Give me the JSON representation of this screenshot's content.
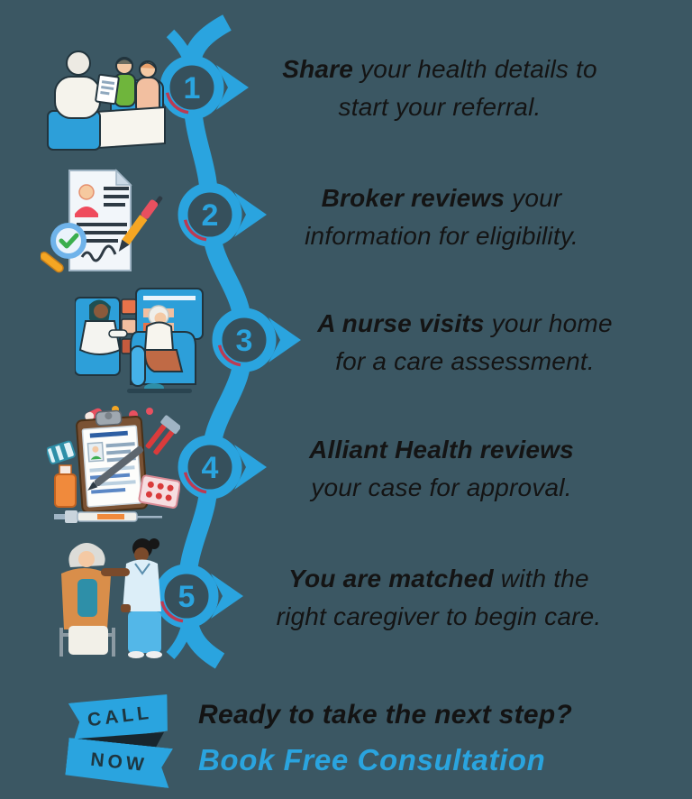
{
  "colors": {
    "background": "#3B5763",
    "accent_blue": "#2AA4DF",
    "accent_red": "#BD3A52",
    "text_dark": "#141414"
  },
  "steps": [
    {
      "number": "1",
      "bold": "Share",
      "line1_rest": " your health details to",
      "line2": "start your referral.",
      "illustration": "consultation-meeting-illustration"
    },
    {
      "number": "2",
      "bold": "Broker reviews",
      "line1_rest": " your",
      "line2": "information for eligibility.",
      "illustration": "document-review-illustration"
    },
    {
      "number": "3",
      "bold": "A nurse visits",
      "line1_rest": " your home",
      "line2": "for a care assessment.",
      "illustration": "nurse-home-visit-illustration"
    },
    {
      "number": "4",
      "bold": "Alliant Health reviews",
      "line1_rest": "",
      "line2": "your case for approval.",
      "illustration": "medical-records-illustration"
    },
    {
      "number": "5",
      "bold": "You are matched",
      "line1_rest": " with the",
      "line2": "right caregiver to begin care.",
      "illustration": "caregiver-support-illustration"
    }
  ],
  "footer": {
    "stamp_line1": "CALL",
    "stamp_line2": "NOW",
    "headline": "Ready to take the next step?",
    "cta": "Book Free Consultation"
  }
}
